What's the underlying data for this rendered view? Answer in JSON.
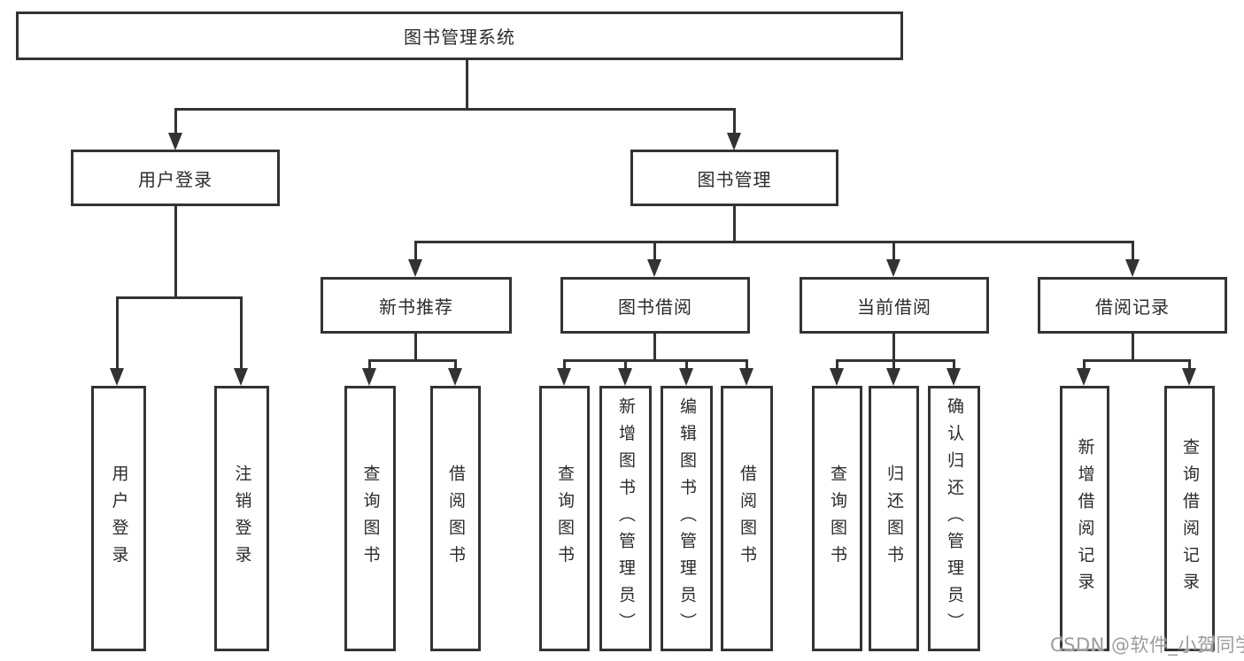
{
  "tree": {
    "label": "图书管理系统",
    "children": [
      {
        "label": "用户登录",
        "children": [
          {
            "label": "用户登录"
          },
          {
            "label": "注销登录"
          }
        ]
      },
      {
        "label": "图书管理",
        "children": [
          {
            "label": "新书推荐",
            "children": [
              {
                "label": "查询图书"
              },
              {
                "label": "借阅图书"
              }
            ]
          },
          {
            "label": "图书借阅",
            "children": [
              {
                "label": "查询图书"
              },
              {
                "label": "新增图书（管理员）"
              },
              {
                "label": "编辑图书（管理员）"
              },
              {
                "label": "借阅图书"
              }
            ]
          },
          {
            "label": "当前借阅",
            "children": [
              {
                "label": "查询图书"
              },
              {
                "label": "归还图书"
              },
              {
                "label": "确认归还（管理员）"
              }
            ]
          },
          {
            "label": "借阅记录",
            "children": [
              {
                "label": "新增借阅记录"
              },
              {
                "label": "查询借阅记录"
              }
            ]
          }
        ]
      }
    ]
  },
  "watermark": {
    "text": "CSDN @软件_小贺同学"
  },
  "colors": {
    "stroke": "#333333",
    "text": "#2b2b2b",
    "watermark": "#9c9c9c",
    "background": "#ffffff"
  }
}
